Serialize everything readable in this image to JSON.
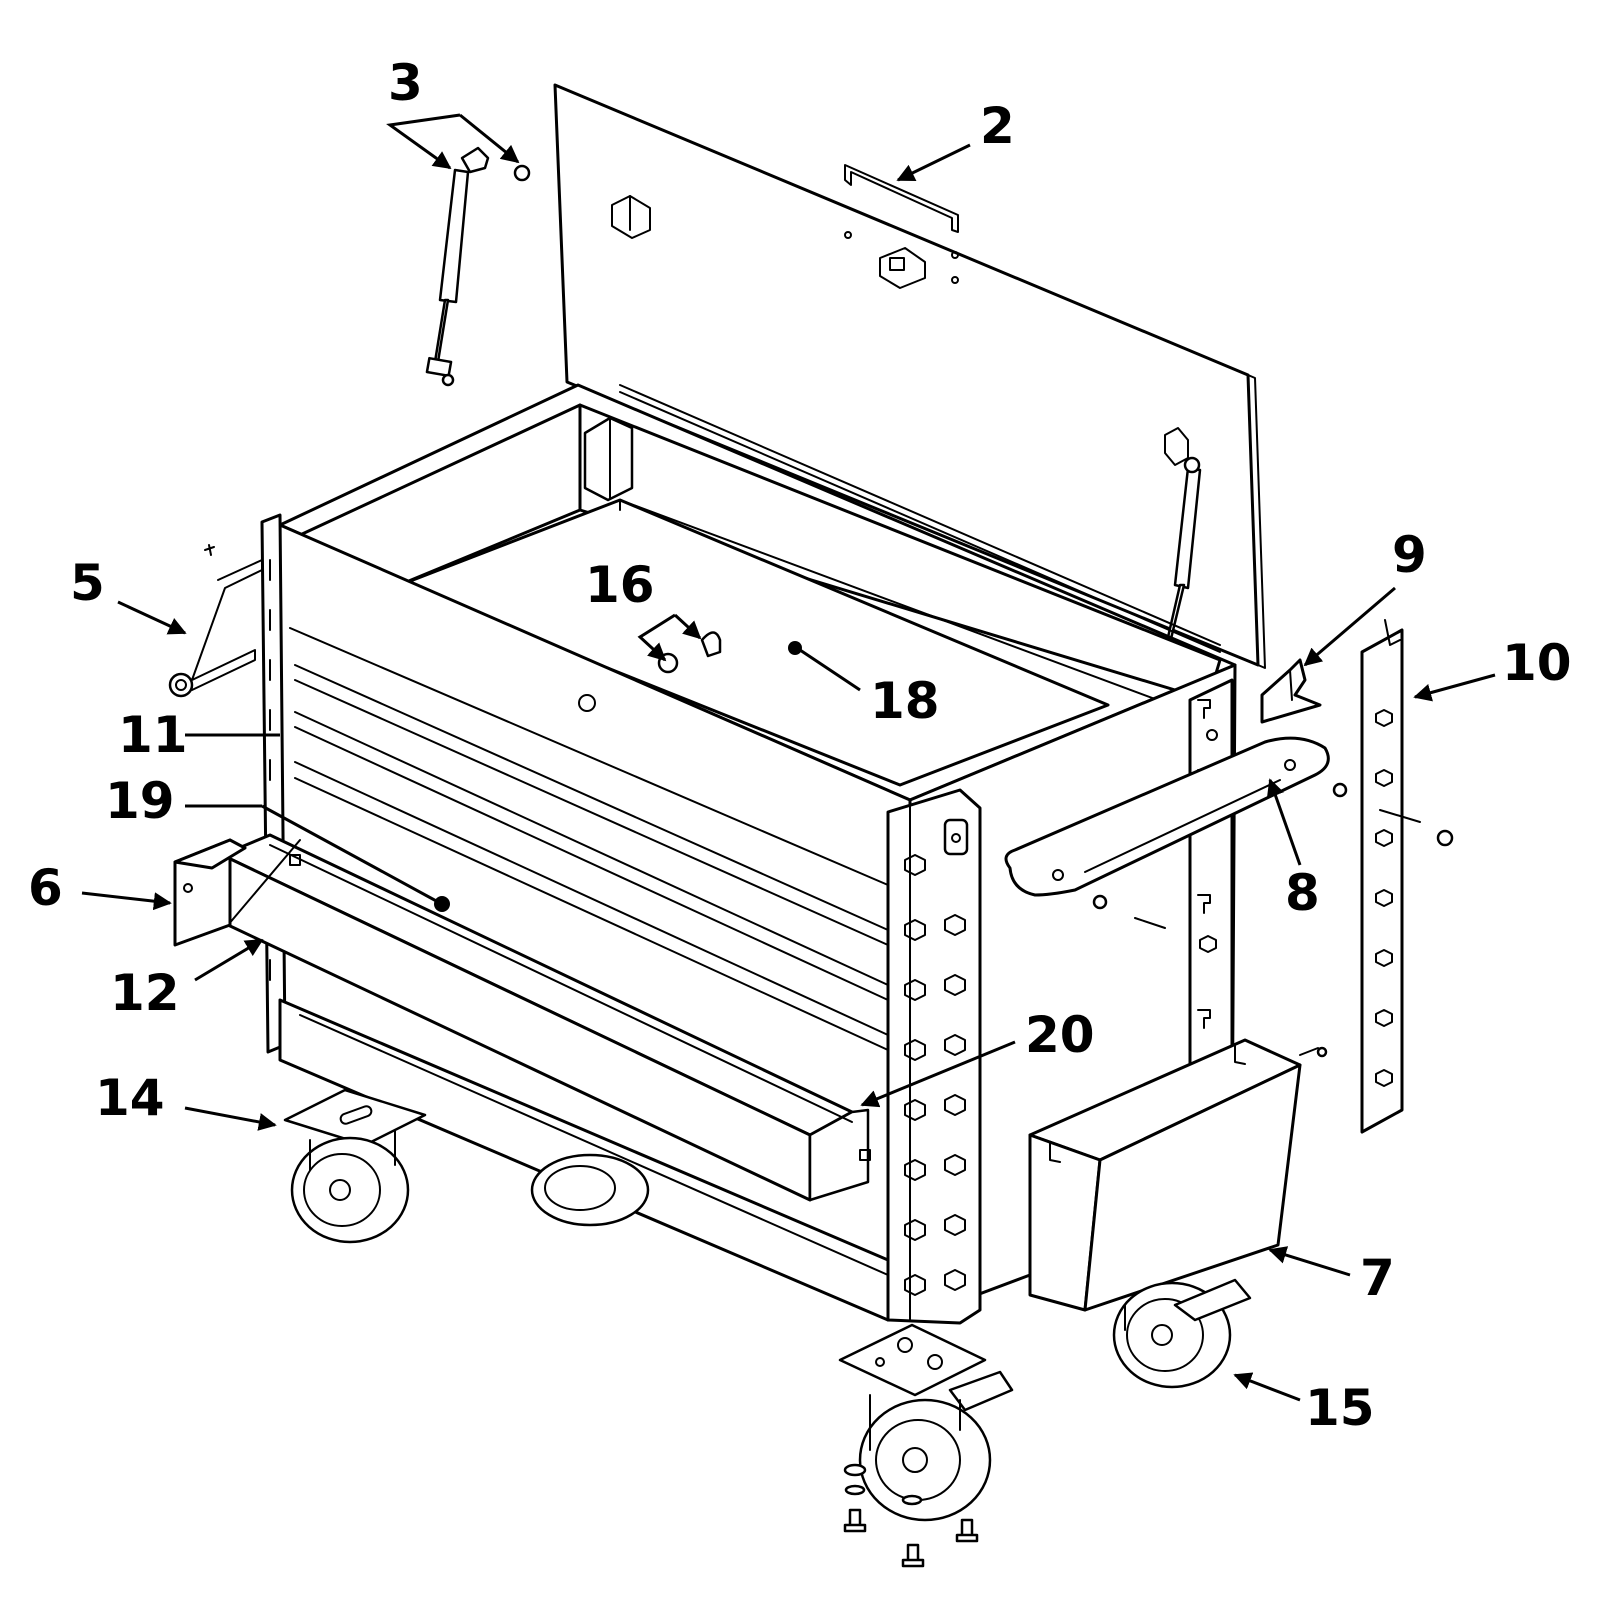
{
  "callouts": [
    {
      "id": "2",
      "label": "2"
    },
    {
      "id": "3",
      "label": "3"
    },
    {
      "id": "5",
      "label": "5"
    },
    {
      "id": "6",
      "label": "6"
    },
    {
      "id": "7",
      "label": "7"
    },
    {
      "id": "8",
      "label": "8"
    },
    {
      "id": "9",
      "label": "9"
    },
    {
      "id": "10",
      "label": "10"
    },
    {
      "id": "11",
      "label": "11"
    },
    {
      "id": "12",
      "label": "12"
    },
    {
      "id": "14",
      "label": "14"
    },
    {
      "id": "15",
      "label": "15"
    },
    {
      "id": "16",
      "label": "16"
    },
    {
      "id": "18",
      "label": "18"
    },
    {
      "id": "19",
      "label": "19"
    },
    {
      "id": "20",
      "label": "20"
    }
  ],
  "colors": {
    "line": "#000000",
    "background": "#ffffff"
  }
}
